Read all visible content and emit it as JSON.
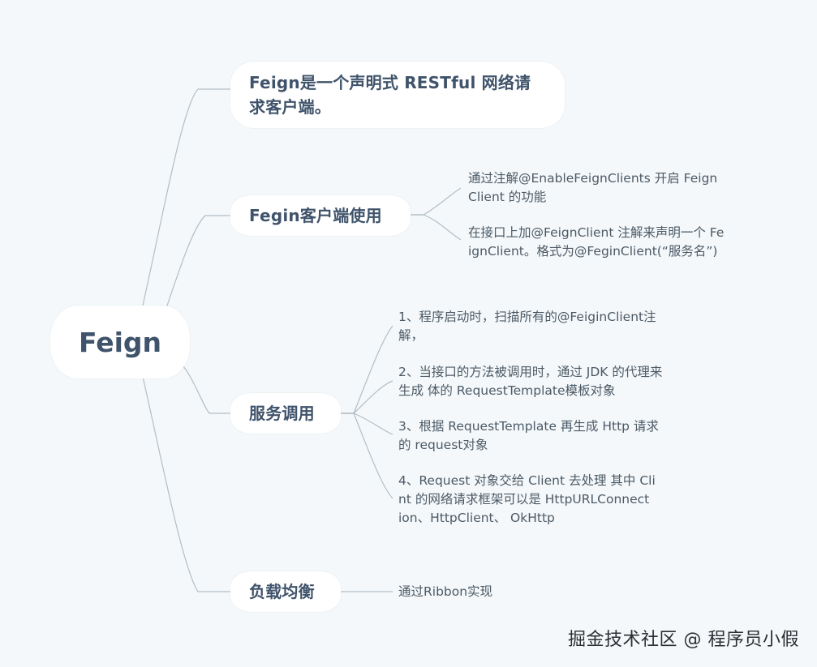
{
  "root": {
    "label": "Feign"
  },
  "branches": [
    {
      "label_lines": [
        "Feign是一个声明式 RESTful 网络请",
        "求客户端。"
      ],
      "leaves": []
    },
    {
      "label_lines": [
        "Fegin客户端使用"
      ],
      "leaves": [
        {
          "lines": [
            "通过注解@EnableFeignClients 开启 Feign",
            "Client 的功能"
          ]
        },
        {
          "lines": [
            "在接口上加@FeignClient 注解来声明一个 Fe",
            "ignClient。格式为@FeginClient(“服务名”)"
          ]
        }
      ]
    },
    {
      "label_lines": [
        "服务调用"
      ],
      "leaves": [
        {
          "lines": [
            "1、程序启动时，扫描所有的@FeiginClient注",
            "解，"
          ]
        },
        {
          "lines": [
            "2、当接口的方法被调用时，通过 JDK 的代理来",
            "生成 体的 RequestTemplate模板对象"
          ]
        },
        {
          "lines": [
            "3、根据 RequestTemplate 再生成 Http 请求",
            "的 request对象"
          ]
        },
        {
          "lines": [
            "4、Request 对象交给 Client 去处理 其中 Cli",
            "nt 的网络请求框架可以是 HttpURLConnect",
            "ion、HttpClient、 OkHttp"
          ]
        }
      ]
    },
    {
      "label_lines": [
        "负载均衡"
      ],
      "leaves": [
        {
          "lines": [
            "通过Ribbon实现"
          ]
        }
      ]
    }
  ],
  "watermark": "掘金技术社区 @ 程序员小假",
  "colors": {
    "background": "#f4f8fa",
    "node_fill": "#ffffff",
    "node_text": "#3f536b",
    "leaf_text": "#4c5a66",
    "line": "#b2bec6"
  }
}
